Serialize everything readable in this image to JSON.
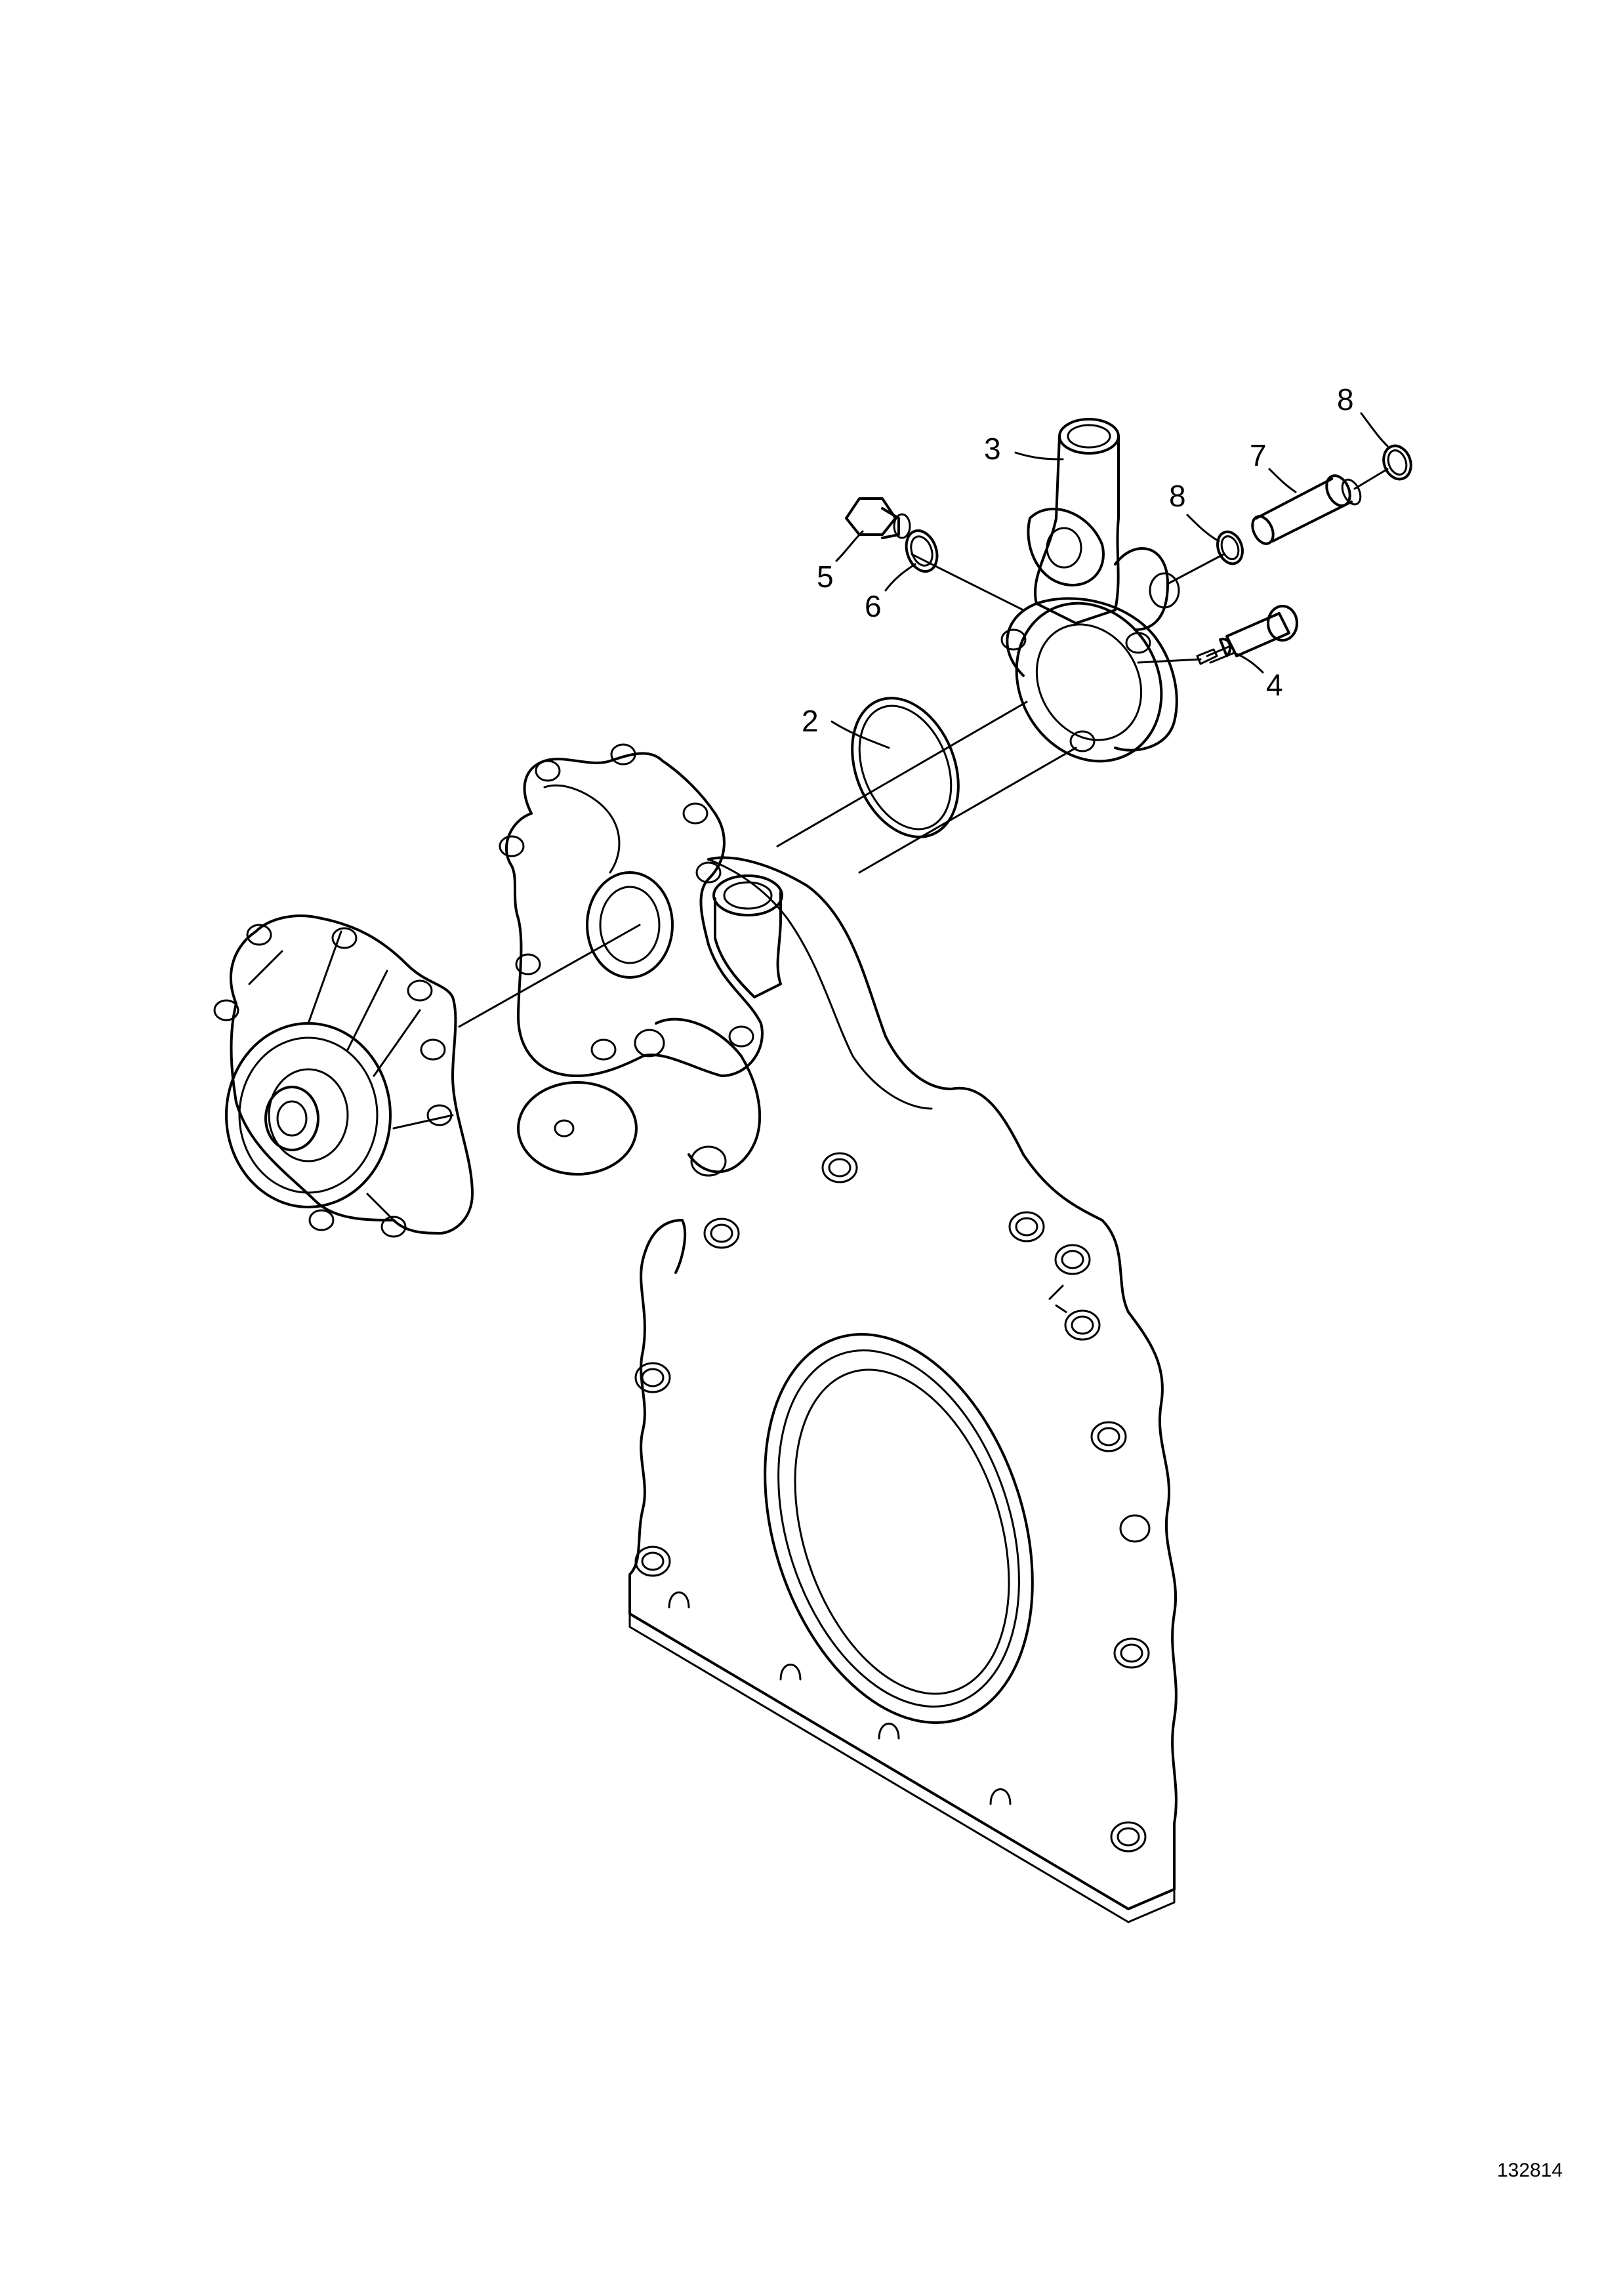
{
  "diagram": {
    "callouts": {
      "c2": "2",
      "c3": "3",
      "c4": "4",
      "c5": "5",
      "c6": "6",
      "c7": "7",
      "c8a": "8",
      "c8b": "8"
    },
    "reference_number": "132814"
  }
}
